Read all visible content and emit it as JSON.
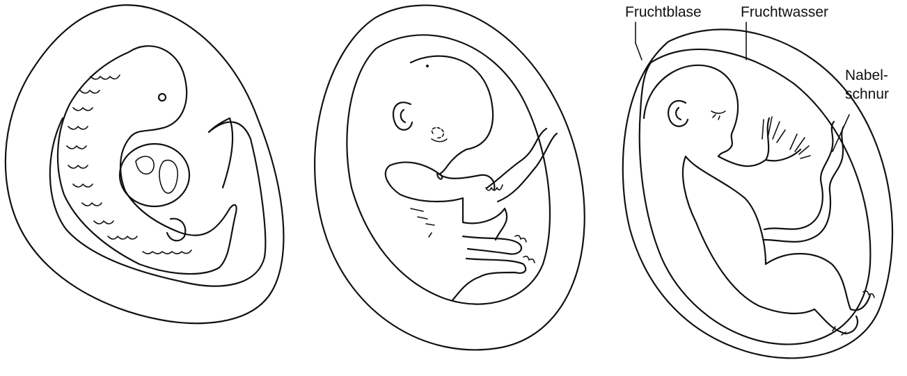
{
  "labels": {
    "amniotic_sac": "Fruchtblase",
    "amniotic_fluid": "Fruchtwasser",
    "umbilical_cord_line1": "Nabel-",
    "umbilical_cord_line2": "schnur"
  },
  "colors": {
    "ink": "#111111",
    "background": "#ffffff"
  },
  "panels": [
    "early-embryo",
    "mid-embryo",
    "late-fetus"
  ]
}
